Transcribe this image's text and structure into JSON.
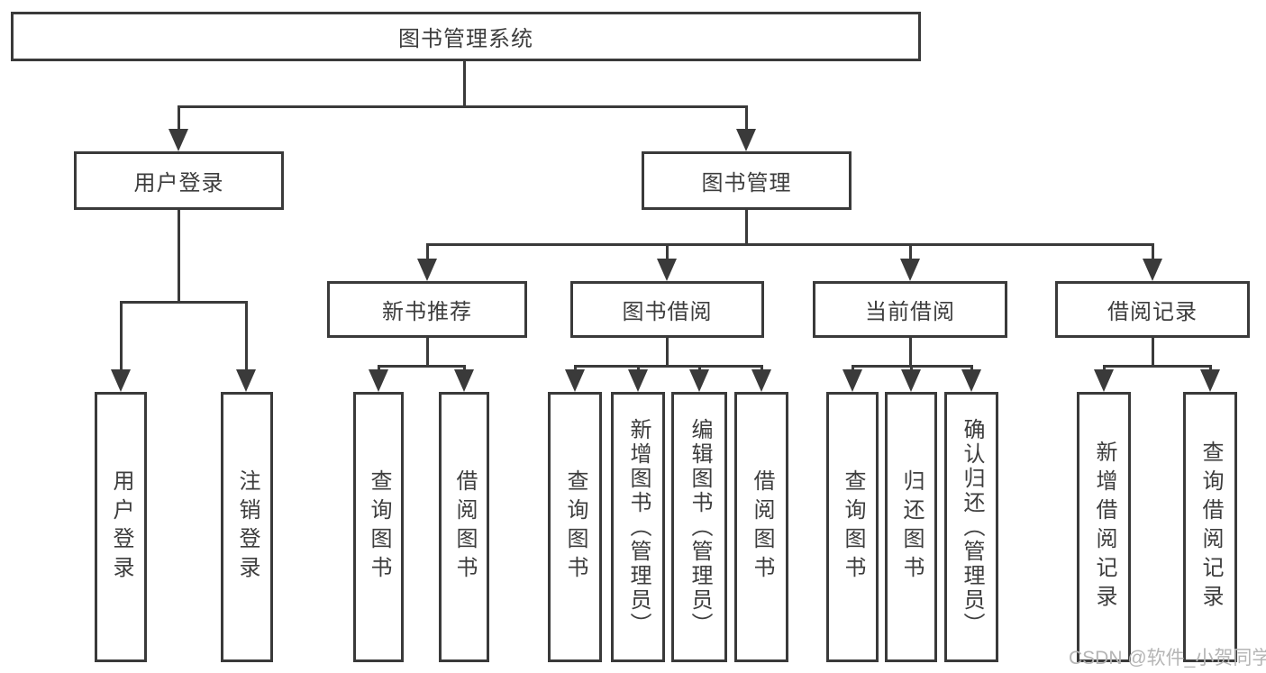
{
  "diagram": {
    "root": "图书管理系统",
    "level2": {
      "user_login": "用户登录",
      "book_management": "图书管理"
    },
    "level3": {
      "new_book_recommend": "新书推荐",
      "book_borrow": "图书借阅",
      "current_borrow": "当前借阅",
      "borrow_record": "借阅记录"
    },
    "leaves": {
      "user_login": "用户登录",
      "logout": "注销登录",
      "rec_query_books": "查询图书",
      "rec_borrow_books": "借阅图书",
      "bb_query_books": "查询图书",
      "bb_add_books": "新增图书（管理员）",
      "bb_edit_books": "编辑图书（管理员）",
      "bb_borrow_books": "借阅图书",
      "cb_query_books": "查询图书",
      "cb_return_books": "归还图书",
      "cb_confirm_return": "确认归还（管理员）",
      "br_add_record": "新增借阅记录",
      "br_query_record": "查询借阅记录"
    },
    "watermark": "CSDN @软件_小贺同学",
    "colors": {
      "line": "#3a3a3a",
      "text": "#3d3d3d",
      "watermark": "#b5b5b5",
      "background": "#ffffff"
    }
  }
}
